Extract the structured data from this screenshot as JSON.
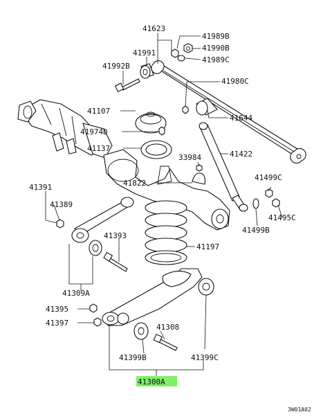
{
  "diagram": {
    "labels": {
      "l41623": "41623",
      "l41989B": "41989B",
      "l41990B": "41990B",
      "l41991": "41991",
      "l41989C": "41989C",
      "l41992B": "41992B",
      "l41980C": "41980C",
      "l41107": "41107",
      "l41644": "41644",
      "l41974D": "41974D",
      "l41137": "41137",
      "l41422": "41422",
      "l33984": "33984",
      "l41822": "41822",
      "l41499C": "41499C",
      "l41391": "41391",
      "l41389": "41389",
      "l41495C": "41495C",
      "l41499B": "41499B",
      "l41393": "41393",
      "l41197": "41197",
      "l41309A": "41309A",
      "l41395": "41395",
      "l41397": "41397",
      "l41308": "41308",
      "l41399B": "41399B",
      "l41399C": "41399C",
      "l41300A": "41300A",
      "code": "3W01A02"
    },
    "highlight_color": "#7ef06a"
  }
}
